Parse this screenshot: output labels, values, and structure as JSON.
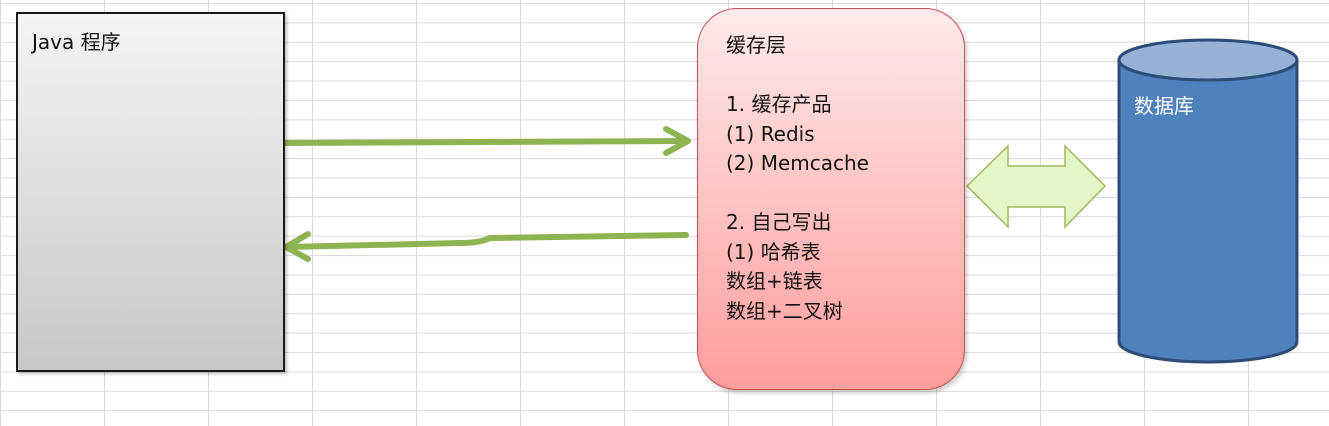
{
  "java": {
    "title": "Java 程序"
  },
  "cache": {
    "lines": [
      "缓存层",
      "",
      "1. 缓存产品",
      "(1) Redis",
      "(2) Memcache",
      "",
      "2. 自己写出",
      "(1) 哈希表",
      "数组+链表",
      "数组+二叉树"
    ]
  },
  "database": {
    "label": "数据库"
  },
  "colors": {
    "arrow_green": "#8db450",
    "double_arrow_fill": "#e4f5c8",
    "double_arrow_stroke": "#9bbb59",
    "db_fill": "#4f81bd",
    "db_top": "#94b3d6",
    "db_stroke": "#2c4d75"
  }
}
